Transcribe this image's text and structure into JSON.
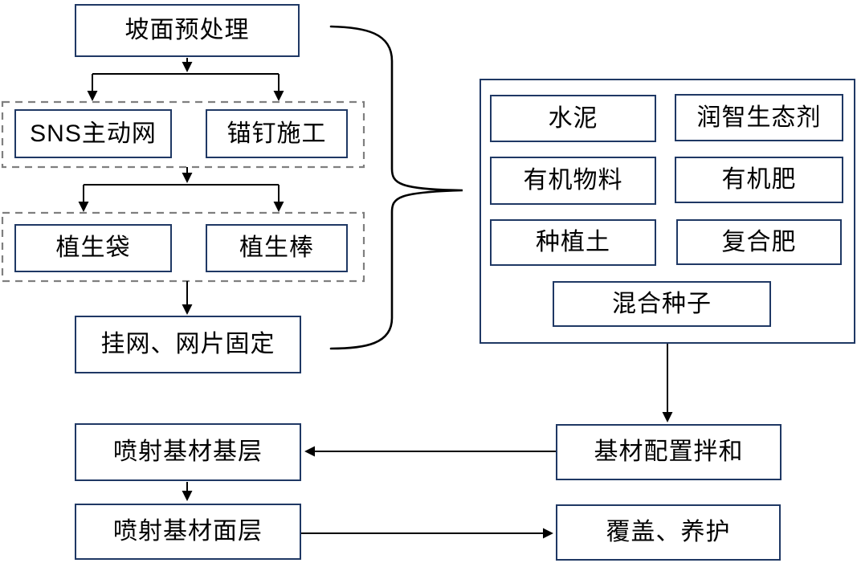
{
  "diagram": {
    "description": "slope-revegetation-construction-flowchart",
    "nodes": {
      "slope_pretreat": "坡面预处理",
      "sns_net": "SNS主动网",
      "anchor_bolt": "锚钉施工",
      "veg_bag": "植生袋",
      "veg_rod": "植生棒",
      "hang_net": "挂网、网片固定",
      "cement": "水泥",
      "eco_agent": "润智生态剂",
      "organic_material": "有机物料",
      "organic_fertilizer": "有机肥",
      "planting_soil": "种植土",
      "compound_fertilizer": "复合肥",
      "mixed_seeds": "混合种子",
      "substrate_mixing": "基材配置拌和",
      "spray_base_layer": "喷射基材基层",
      "spray_surface_layer": "喷射基材面层",
      "cover_maintenance": "覆盖、养护"
    },
    "groups": {
      "sns_anchor_group": [
        "SNS主动网",
        "锚钉施工"
      ],
      "veg_group": [
        "植生袋",
        "植生棒"
      ],
      "materials_box": [
        "水泥",
        "润智生态剂",
        "有机物料",
        "有机肥",
        "种植土",
        "复合肥",
        "混合种子"
      ]
    },
    "edges": [
      {
        "from": "slope_pretreat",
        "to": "sns_net",
        "type": "arrow"
      },
      {
        "from": "slope_pretreat",
        "to": "anchor_bolt",
        "type": "arrow"
      },
      {
        "from": "sns_anchor_group",
        "to": "veg_bag",
        "type": "arrow"
      },
      {
        "from": "sns_anchor_group",
        "to": "veg_rod",
        "type": "arrow"
      },
      {
        "from": "veg_group",
        "to": "hang_net",
        "type": "arrow"
      },
      {
        "from": "left_process_chain",
        "to": "materials_box",
        "type": "curly-brace"
      },
      {
        "from": "materials_box",
        "to": "substrate_mixing",
        "type": "arrow"
      },
      {
        "from": "substrate_mixing",
        "to": "spray_base_layer",
        "type": "arrow"
      },
      {
        "from": "spray_base_layer",
        "to": "spray_surface_layer",
        "type": "arrow"
      },
      {
        "from": "spray_surface_layer",
        "to": "cover_maintenance",
        "type": "arrow"
      }
    ],
    "colors": {
      "box_border": "#1F3864",
      "dashed_border": "#7F7F7F",
      "connector": "#000000",
      "text": "#000000",
      "background": "#FFFFFF"
    }
  }
}
